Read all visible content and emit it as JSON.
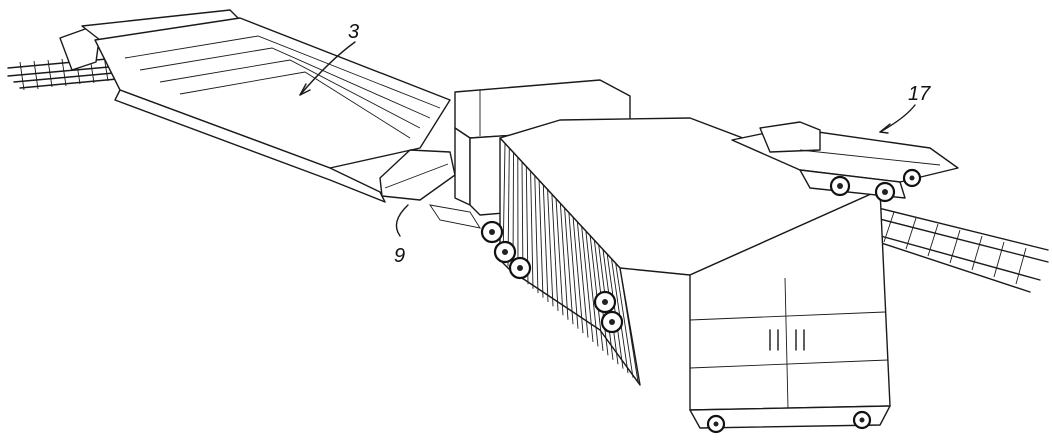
{
  "labels": {
    "flatcar": "3",
    "coupler": "9",
    "bogie": "17"
  }
}
